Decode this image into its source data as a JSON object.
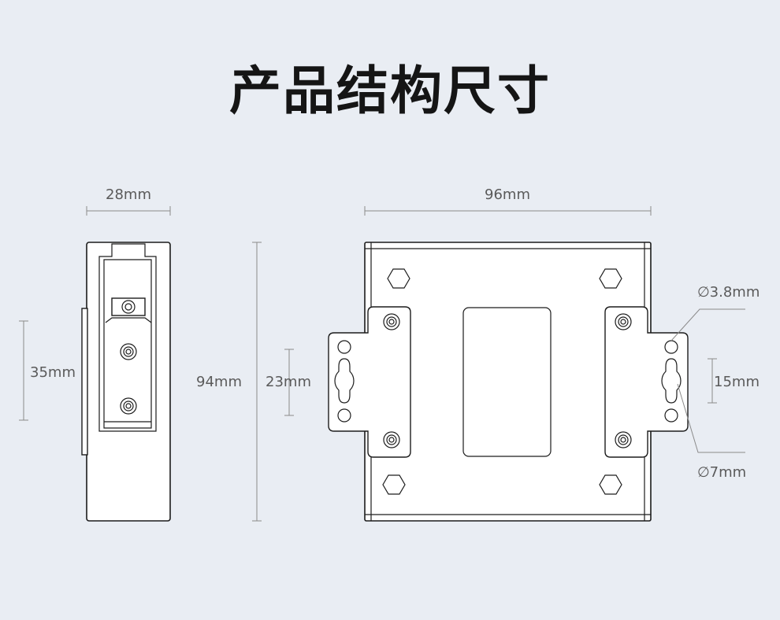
{
  "title": "产品结构尺寸",
  "side_view": {
    "width_label": "28mm",
    "rail_label": "35mm"
  },
  "front_view": {
    "width_label": "96mm",
    "height_label": "94mm",
    "bracket_label": "23mm",
    "small_hole_label": "∅3.8mm",
    "slot_spacing_label": "15mm",
    "large_hole_label": "∅7mm"
  }
}
